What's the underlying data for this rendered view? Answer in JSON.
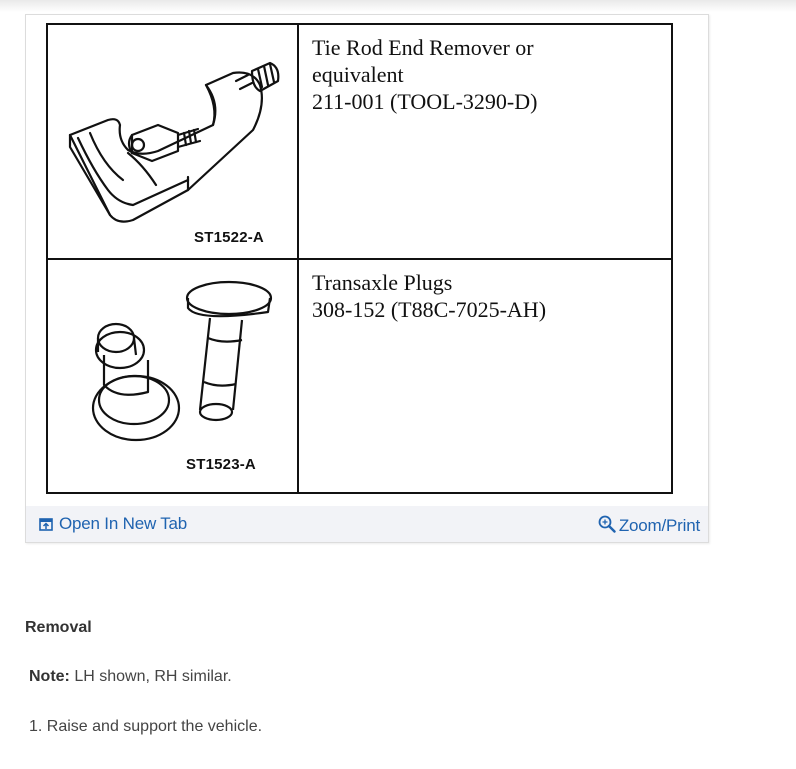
{
  "figure": {
    "rows": [
      {
        "image_label": "ST1522-A",
        "image_icon": "tie-rod-end-remover-illustration",
        "lines": [
          "Tie Rod End Remover or",
          "equivalent",
          "211-001 (TOOL-3290-D)"
        ]
      },
      {
        "image_label": "ST1523-A",
        "image_icon": "transaxle-plugs-illustration",
        "lines": [
          "Transaxle Plugs",
          "308-152 (T88C-7025-AH)"
        ]
      }
    ],
    "footer": {
      "open_label": "Open In New Tab",
      "open_icon": "open-new-tab-icon",
      "zoom_label": "Zoom/Print",
      "zoom_icon": "zoom-in-icon",
      "link_color": "#1f63b0",
      "bar_color": "#f2f3f7"
    }
  },
  "content": {
    "section_title": "Removal",
    "note_label": "Note:",
    "note_text": " LH shown, RH similar.",
    "steps": [
      "1. Raise and support the vehicle."
    ]
  }
}
